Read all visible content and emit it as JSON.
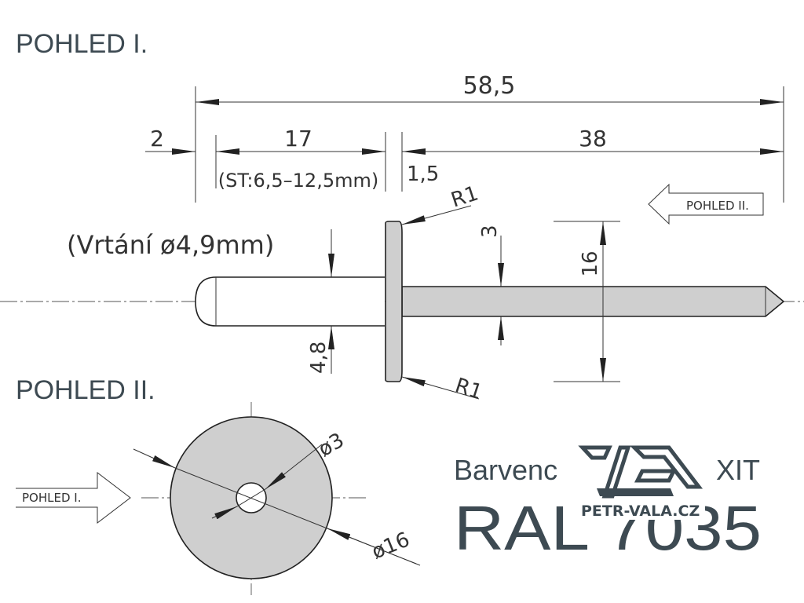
{
  "headings": {
    "view1": "POHLED I.",
    "view2": "POHLED II."
  },
  "dimensions": {
    "total_length": "58,5",
    "head_offset": "2",
    "grip_length": "17",
    "grip_range": "(ST:6,5–12,5mm)",
    "head_thickness": "1,5",
    "mandrel_length": "38",
    "head_radius_top": "R1",
    "head_radius_bottom": "R1",
    "mandrel_diameter": "3",
    "head_diameter": "16",
    "body_diameter": "4,8",
    "drilling": "(Vrtání ø4,9mm)",
    "view2_hole": "ø3",
    "view2_head": "ø16"
  },
  "view_arrows": {
    "arrow_right_label": "POHLED II.",
    "arrow_left_label": "POHLED I."
  },
  "color_info": {
    "label": "Barvenc",
    "label_tail": "XIT",
    "ral": "RAL 7035"
  },
  "logo": {
    "text": "PETR-VALA.CZ"
  },
  "colors": {
    "part_fill": "#cfcfcf",
    "line": "#333333",
    "heading": "#3d4a52",
    "logo": "#3d4a52"
  }
}
